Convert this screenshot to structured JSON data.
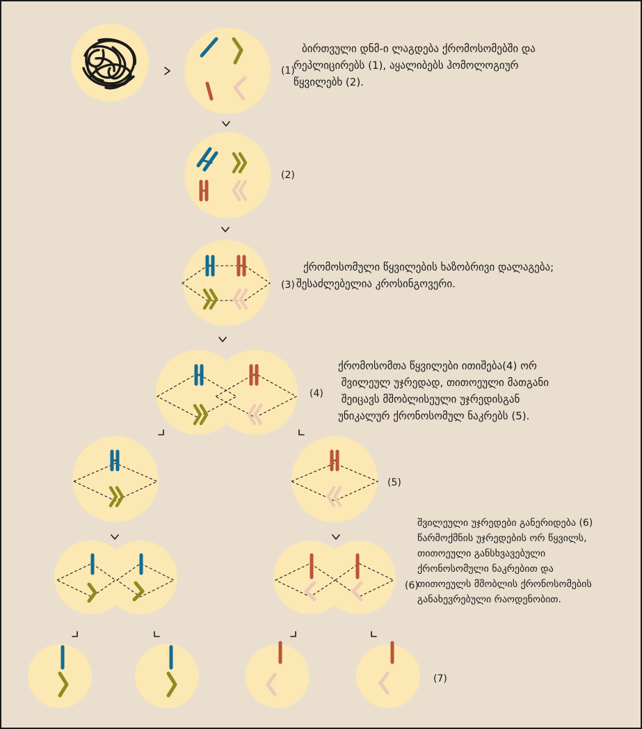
{
  "colors": {
    "background": "#eadfcf",
    "cell": "#fbe8b3",
    "chromatin": "#1a1a1a",
    "blue": "#136b93",
    "olive": "#8f8a1e",
    "red": "#b8553a",
    "pink": "#eccab7",
    "arrow": "#1a1a1a",
    "spindle": "#1a1a1a"
  },
  "labels": {
    "l1": "(1)",
    "l2": "(2)",
    "l3": "(3)",
    "l4": "(4)",
    "l5": "(5)",
    "l6": "(6)",
    "l7": "(7)"
  },
  "captions": {
    "c1_line1": "ბირთვული დნმ-ი ლაგდება ქრომოსომებში და",
    "c1_line2": "რეპლიცირებს (1), აყალიბებს ჰომოლოგიურ",
    "c1_line3": "წყვილებხ (2).",
    "c3_line1": "ქრომოსომული წყვილების ხაზობრივი დალაგება;",
    "c3_line2": "შესაძლებელია კროსინგოვერი.",
    "c4_line1": "ქრომოსომთა წყვილები ითიშება(4) ორ",
    "c4_line2": " შვილეულ უჯრედად, თითოეული მათგანი",
    "c4_line3": " შეიცავს მშობლისეული უჯრედისგან",
    "c4_line4": "უნიკალურ ქრონოსომულ ნაკრებს (5).",
    "c6_line1": "შვილეული უჯრედები განერიდება (6)",
    "c6_line2": "წარმოქმნის უჯრედების ორ წყვილს,",
    "c6_line3": "თითოეული განსხვავებული",
    "c6_line4": "ქრონოსომული ნაკრებით და",
    "c6_line5": "თითოეულს მშობლის ქრონოსომების",
    "c6_line6": "განახევრებული რაოდენობით."
  }
}
